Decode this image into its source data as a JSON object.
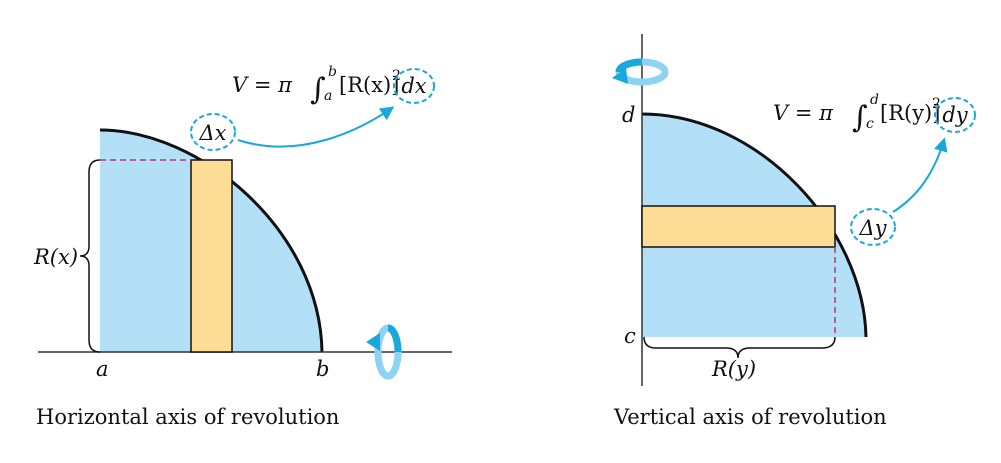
{
  "left_panel": {
    "formula": {
      "prefix": "V = π ",
      "lower": "a",
      "upper": "b",
      "integrand": "[R(x)]",
      "power": "2",
      "differential": "dx"
    },
    "increment_label": "Δx",
    "radius_label": "R(x)",
    "axis_start_label": "a",
    "axis_end_label": "b",
    "caption": "Horizontal axis of revolution",
    "rotation_icon": "rotate-around-horizontal-axis-icon"
  },
  "right_panel": {
    "formula": {
      "prefix": "V = π ",
      "lower": "c",
      "upper": "d",
      "integrand": "[R(y)]",
      "power": "2",
      "differential": "dy"
    },
    "increment_label": "Δy",
    "radius_label": "R(y)",
    "axis_top_label": "d",
    "axis_bottom_label": "c",
    "caption": "Vertical axis of revolution",
    "rotation_icon": "rotate-around-vertical-axis-icon"
  },
  "colors": {
    "region_fill": "#b3e0f7",
    "strip_fill": "#fddc96",
    "accent": "#1aa7de",
    "dashed_guide": "#c0347a",
    "ink": "#111111"
  }
}
